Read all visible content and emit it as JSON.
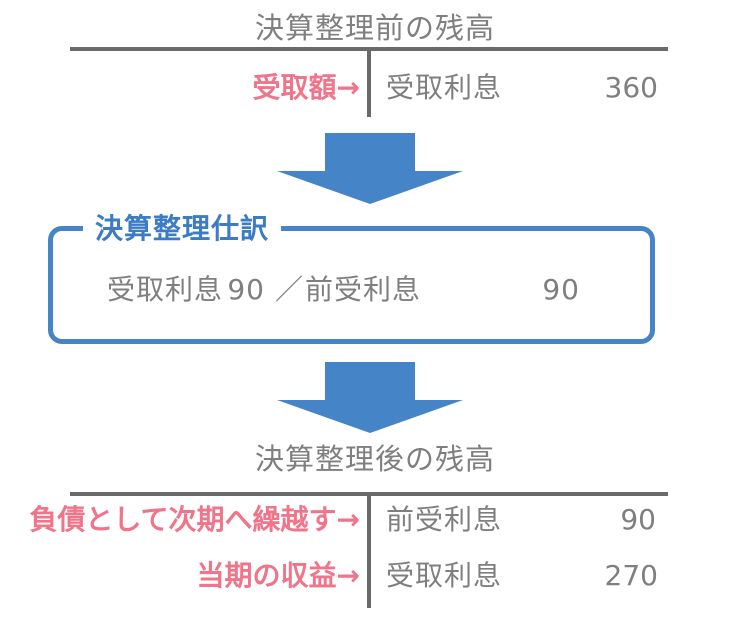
{
  "colors": {
    "accent_blue": "#4584c6",
    "legend_blue": "#3b7cc4",
    "annotation_pink": "#f0758b",
    "text_gray": "#7f7f7f",
    "line_gray": "#6a6a6a"
  },
  "before": {
    "title": "決算整理前の残高",
    "rows": [
      {
        "label": "受取額→",
        "account": "受取利息",
        "amount": "360"
      }
    ]
  },
  "journal": {
    "legend": "決算整理仕訳",
    "debit_account": "受取利息",
    "debit_amount": "90",
    "separator": "／",
    "credit_account": "前受利息",
    "credit_amount": "90"
  },
  "after": {
    "title": "決算整理後の残高",
    "rows": [
      {
        "label": "負債として次期へ繰越す→",
        "account": "前受利息",
        "amount": "90"
      },
      {
        "label": "当期の収益→",
        "account": "受取利息",
        "amount": "270"
      }
    ]
  }
}
